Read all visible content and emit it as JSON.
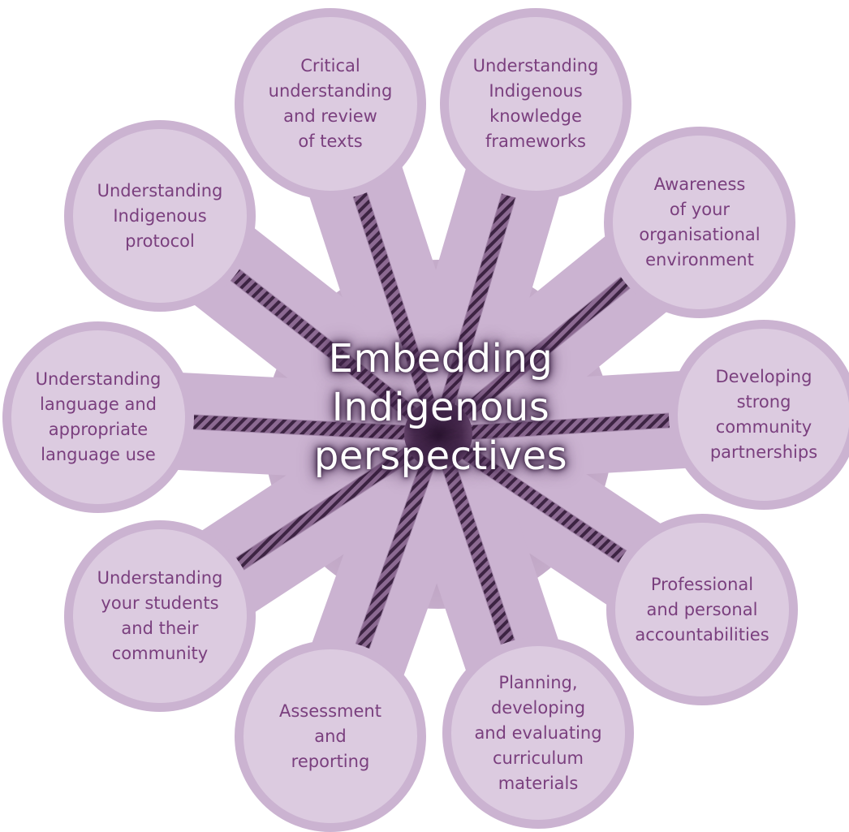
{
  "center_title": "Embedding\nIndigenous\nperspectives",
  "nodes": [
    {
      "id": "critical-texts",
      "label": "Critical\nunderstanding\nand review\nof texts"
    },
    {
      "id": "knowledge-frameworks",
      "label": "Understanding\nIndigenous\nknowledge\nframeworks"
    },
    {
      "id": "organisational-environment",
      "label": "Awareness\nof your\norganisational\nenvironment"
    },
    {
      "id": "community-partnerships",
      "label": "Developing\nstrong\ncommunity\npartnerships"
    },
    {
      "id": "accountabilities",
      "label": "Professional\nand personal\naccountabilities"
    },
    {
      "id": "curriculum-materials",
      "label": "Planning,\ndeveloping\nand evaluating\ncurriculum\nmaterials"
    },
    {
      "id": "assessment",
      "label": "Assessment\nand\nreporting"
    },
    {
      "id": "students-community",
      "label": "Understanding\nyour students\nand their\ncommunity"
    },
    {
      "id": "language-use",
      "label": "Understanding\nlanguage and\nappropriate\nlanguage use"
    },
    {
      "id": "protocol",
      "label": "Understanding\nIndigenous\nprotocol"
    }
  ],
  "colors": {
    "circle_fill": "#dccbe0",
    "circle_ring": "#cbb3d1",
    "hub_fill": "#b99bbf",
    "rope": "#5c3a63",
    "text": "#7a3f7e",
    "title": "#ffffff"
  }
}
